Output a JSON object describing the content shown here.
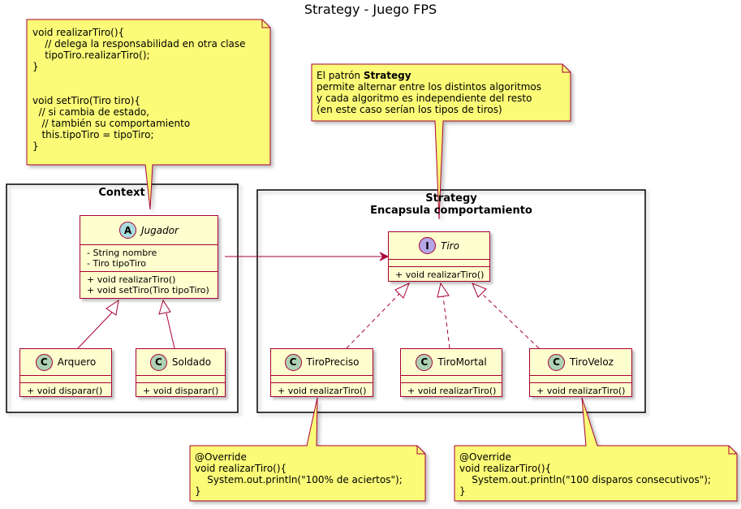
{
  "title": "Strategy - Juego FPS",
  "packages": {
    "context": "Context",
    "strategy_line1": "Strategy",
    "strategy_line2": "Encapsula comportamiento"
  },
  "notes": {
    "top_left": "void realizarTiro(){\n    // delega la responsabilidad en otra clase\n    tipoTiro.realizarTiro();\n}\n\n\nvoid setTiro(Tiro tiro){\n  // si cambia de estado,\n   // también su comportamiento\n   this.tipoTiro = tipoTiro;\n}",
    "strategy_prefix": "El patrón ",
    "strategy_bold": "Strategy",
    "strategy_rest": "\npermite alternar entre los distintos algoritmos\ny cada algoritmo es independiente del resto\n(en este caso serían los tipos de tiros)",
    "bottom_left": "@Override\nvoid realizarTiro(){\n    System.out.println(\"100% de aciertos\");\n}",
    "bottom_right": "@Override\nvoid realizarTiro(){\n    System.out.println(\"100 disparos consecutivos\");\n}"
  },
  "classes": {
    "jugador": {
      "stereotype": "A",
      "name": "Jugador",
      "fields": [
        "- String nombre",
        "- Tiro tipoTiro"
      ],
      "methods": [
        "+ void realizarTiro()",
        "+ void setTiro(Tiro tipoTiro)"
      ]
    },
    "arquero": {
      "stereotype": "C",
      "name": "Arquero",
      "methods": [
        "+ void disparar()"
      ]
    },
    "soldado": {
      "stereotype": "C",
      "name": "Soldado",
      "methods": [
        "+ void disparar()"
      ]
    },
    "tiro": {
      "stereotype": "I",
      "name": "Tiro",
      "methods": [
        "+ void realizarTiro()"
      ]
    },
    "tiro_preciso": {
      "stereotype": "C",
      "name": "TiroPreciso",
      "methods": [
        "+ void realizarTiro()"
      ]
    },
    "tiro_mortal": {
      "stereotype": "C",
      "name": "TiroMortal",
      "methods": [
        "+ void realizarTiro()"
      ]
    },
    "tiro_veloz": {
      "stereotype": "C",
      "name": "TiroVeloz",
      "methods": [
        "+ void realizarTiro()"
      ]
    }
  },
  "colors": {
    "note_fill": "#FBFB77",
    "class_fill": "#FEFECE",
    "border": "#A80036",
    "abstract_circle": "#A9DCDF",
    "class_circle": "#ADD1B2",
    "interface_circle": "#B4A7E5"
  }
}
